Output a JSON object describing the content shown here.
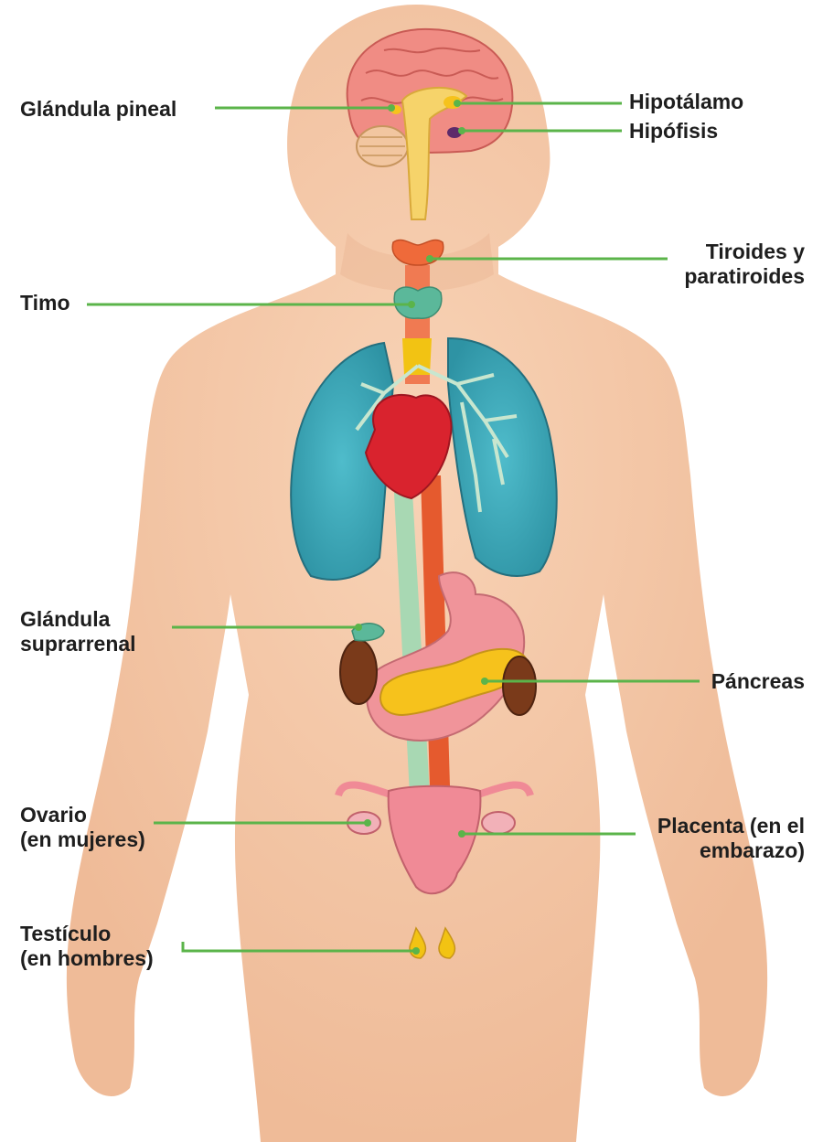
{
  "diagram": {
    "labels": {
      "pineal": [
        "Glándula pineal"
      ],
      "hypothalamus": [
        "Hipotálamo"
      ],
      "pituitary": [
        "Hipófisis"
      ],
      "thyroid": [
        "Tiroides y",
        "paratiroides"
      ],
      "thymus": [
        "Timo"
      ],
      "adrenal": [
        "Glándula",
        "suprarrenal"
      ],
      "pancreas": [
        "Páncreas"
      ],
      "ovary": [
        "Ovario",
        "(en mujeres)"
      ],
      "placenta": [
        "Placenta (en el",
        "embarazo)"
      ],
      "testicle": [
        "Testículo",
        "(en hombres)"
      ]
    },
    "colors": {
      "skin": "#f5c9a8",
      "skin_shadow": "#e9b08c",
      "lung": "#3aa7b8",
      "heart": "#d9232e",
      "brain": "#f08c84",
      "thyroid": "#ef6a3a",
      "thymus": "#5bb89a",
      "stomach": "#f0949a",
      "pancreas": "#f6c21c",
      "kidney": "#7a3a1a",
      "uterus": "#f08a96",
      "testicle": "#f2c313",
      "leader_line": "#5bb44a"
    }
  }
}
